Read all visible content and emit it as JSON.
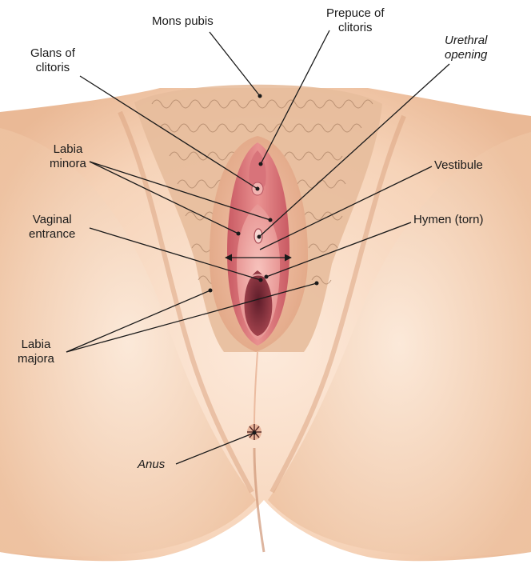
{
  "labels": {
    "mons_pubis": "Mons pubis",
    "prepuce_line1": "Prepuce of",
    "prepuce_line2": "clitoris",
    "glans_line1": "Glans of",
    "glans_line2": "clitoris",
    "urethral_line1": "Urethral",
    "urethral_line2": "opening",
    "labia_minora_line1": "Labia",
    "labia_minora_line2": "minora",
    "vestibule": "Vestibule",
    "vaginal_line1": "Vaginal",
    "vaginal_line2": "entrance",
    "hymen": "Hymen (torn)",
    "labia_majora_line1": "Labia",
    "labia_majora_line2": "majora",
    "anus": "Anus"
  },
  "colors": {
    "skin_light": "#fbe3cf",
    "skin_mid": "#f0c6a8",
    "skin_shadow": "#d9a07f",
    "hair": "#b08466",
    "labia_outer": "#e39a93",
    "labia_inner": "#d1656c",
    "vestibule": "#f0a9a6",
    "vaginal_opening": "#8a3240",
    "leader_line": "#1a1a1a"
  }
}
